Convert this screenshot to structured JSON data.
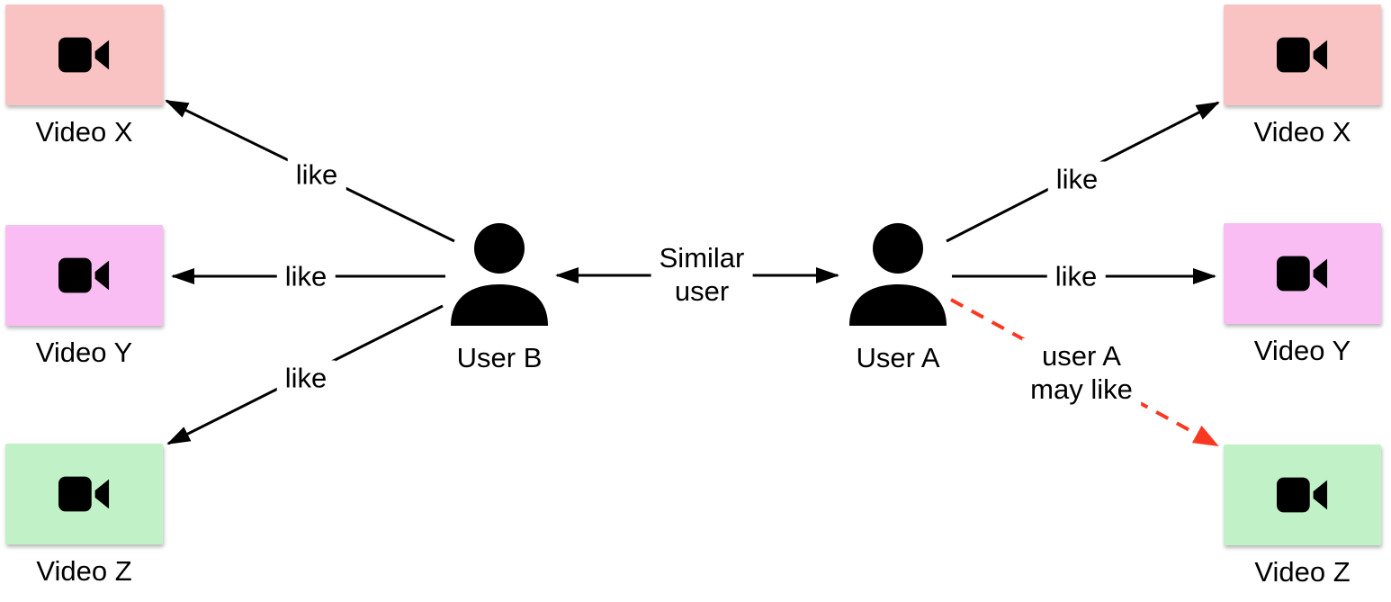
{
  "canvas": {
    "background": "#ffffff"
  },
  "icons": {
    "video": "video-camera",
    "user": "person-silhouette"
  },
  "videos": {
    "left": [
      {
        "label": "Video X",
        "color": "#f9c3c3"
      },
      {
        "label": "Video Y",
        "color": "#f9bdf4"
      },
      {
        "label": "Video Z",
        "color": "#c1f2c7"
      }
    ],
    "right": [
      {
        "label": "Video X",
        "color": "#f9c3c3"
      },
      {
        "label": "Video Y",
        "color": "#f9bdf4"
      },
      {
        "label": "Video Z",
        "color": "#c1f2c7"
      }
    ]
  },
  "users": {
    "left": {
      "label": "User B"
    },
    "right": {
      "label": "User A"
    }
  },
  "edges": {
    "line_color": "#000000",
    "b_to_x": {
      "label": "like"
    },
    "b_to_y": {
      "label": "like"
    },
    "b_to_z": {
      "label": "like"
    },
    "a_to_x": {
      "label": "like"
    },
    "a_to_y": {
      "label": "like"
    },
    "similar": {
      "line1": "Similar",
      "line2": "user"
    },
    "recommend": {
      "line1": "user A",
      "line2": "may like",
      "color": "#f93822"
    }
  }
}
